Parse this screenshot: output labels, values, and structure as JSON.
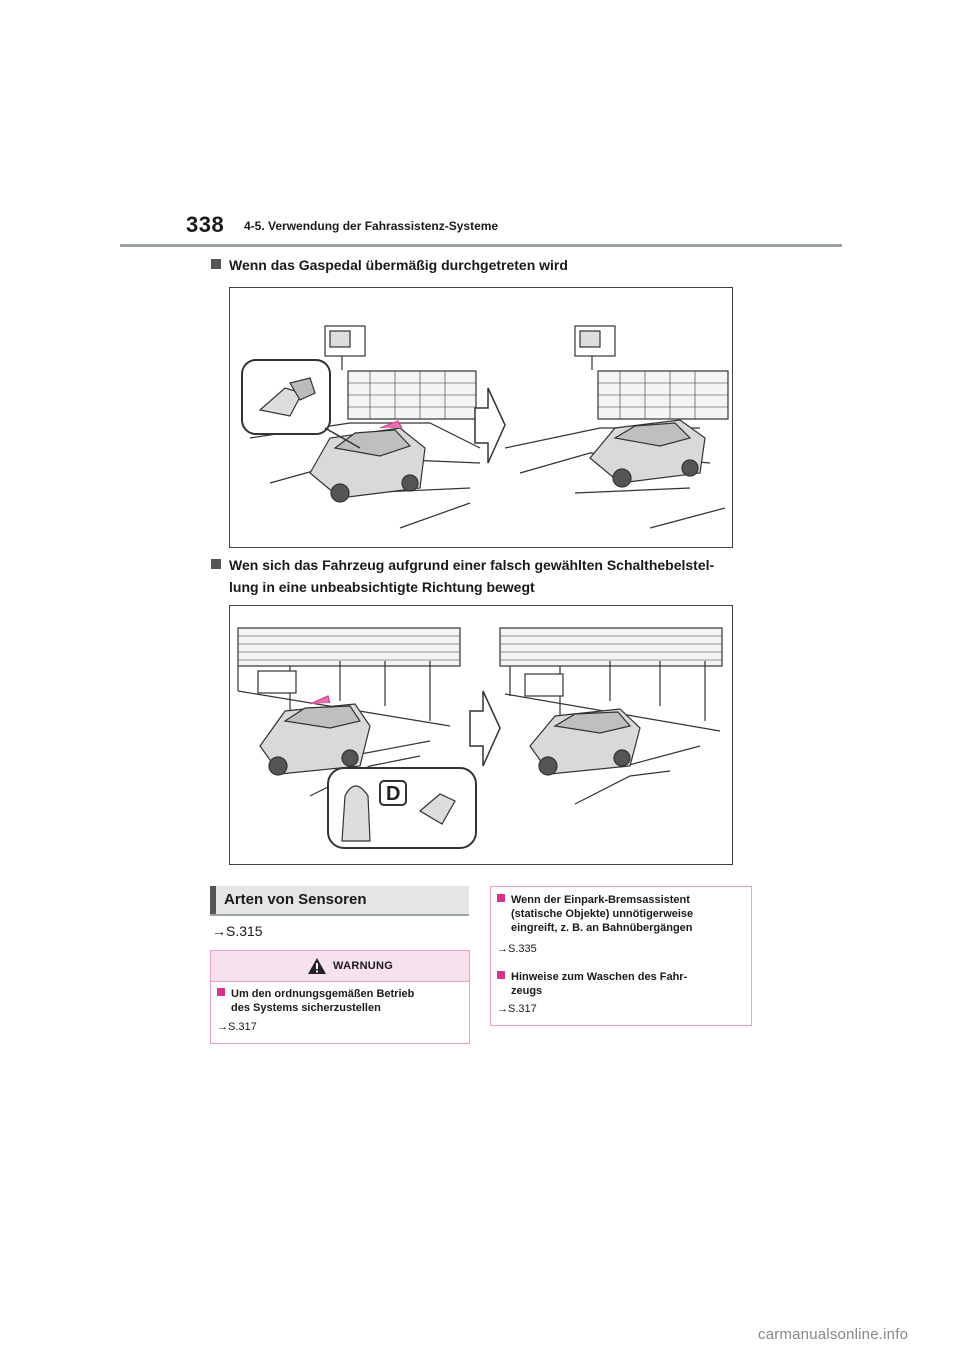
{
  "header": {
    "page_number": "338",
    "chapter": "4-5. Verwendung der Fahrassistenz-Systeme"
  },
  "section1": {
    "heading": "Wenn das Gaspedal übermäßig durchgetreten wird"
  },
  "section2": {
    "heading_line1": "Wen sich das Fahrzeug aufgrund einer falsch gewählten Schalthebelstel-",
    "heading_line2": "lung in eine unbeabsichtigte Richtung bewegt",
    "gear_letter": "D"
  },
  "sensors": {
    "title": "Arten von Sensoren",
    "ref": "→S.315"
  },
  "warning": {
    "label": "WARNUNG",
    "item_line1": "Um den ordnungsgemäßen Betrieb",
    "item_line2": "des Systems sicherzustellen",
    "ref": "→S.317"
  },
  "notes": {
    "item1_line1": "Wenn der Einpark-Bremsassistent",
    "item1_line2": "(statische Objekte) unnötigerweise",
    "item1_line3": "eingreift, z. B. an Bahnübergängen",
    "item1_ref": "→S.335",
    "item2_line1": "Hinweise zum Waschen des Fahr-",
    "item2_line2": "zeugs",
    "item2_ref": "→S.317"
  },
  "footer": {
    "watermark": "carmanualsonline.info"
  }
}
